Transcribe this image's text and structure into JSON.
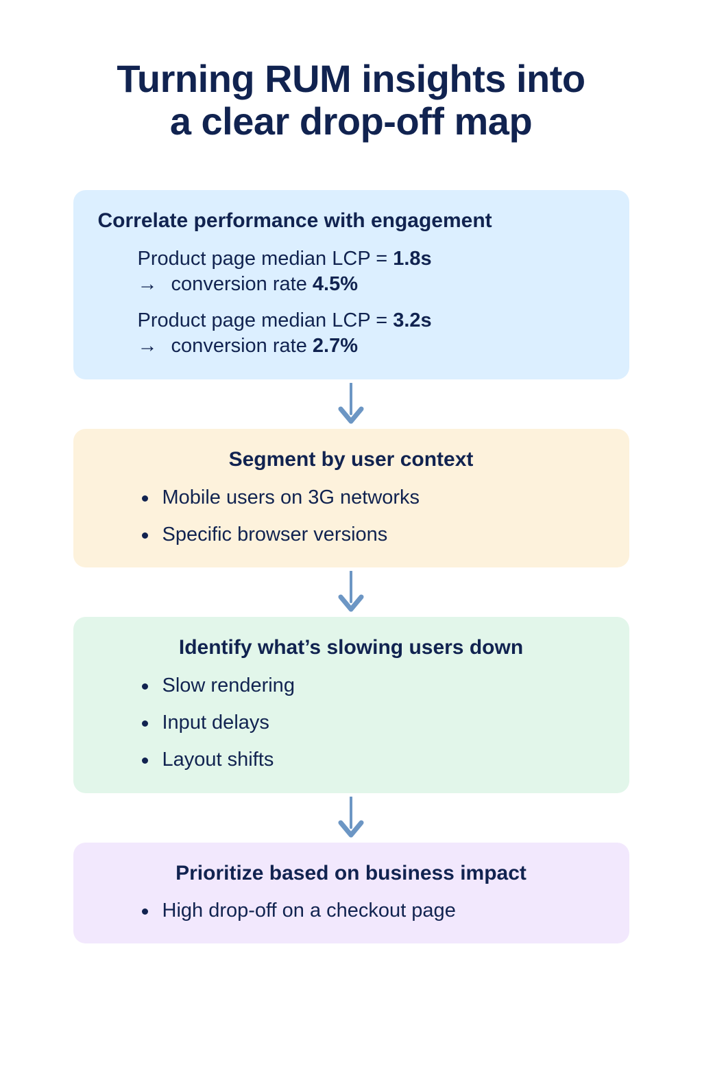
{
  "title": {
    "line1": "Turning RUM insights into",
    "line2": "a clear drop-off map"
  },
  "colors": {
    "text": "#112350",
    "card_blue": "#dcefff",
    "card_cream": "#fdf2dc",
    "card_green": "#e2f6ea",
    "card_purple": "#f2e8fd",
    "arrow": "#6c96c4",
    "background": "#ffffff"
  },
  "flow": {
    "steps": [
      {
        "heading": "Correlate performance with engagement",
        "stats": [
          {
            "label": "Product page median LCP = ",
            "value": "1.8s",
            "arrow": "→",
            "result_label": " conversion rate ",
            "result_value": "4.5%"
          },
          {
            "label": "Product page median LCP = ",
            "value": "3.2s",
            "arrow": "→",
            "result_label": " conversion rate ",
            "result_value": "2.7%"
          }
        ]
      },
      {
        "heading": "Segment by user context",
        "bullets": [
          "Mobile users on 3G networks",
          "Specific browser versions"
        ]
      },
      {
        "heading": "Identify what’s slowing users down",
        "bullets": [
          "Slow rendering",
          "Input delays",
          "Layout shifts"
        ]
      },
      {
        "heading": "Prioritize based on business impact",
        "bullets": [
          "High drop-off on a checkout page"
        ]
      }
    ]
  }
}
